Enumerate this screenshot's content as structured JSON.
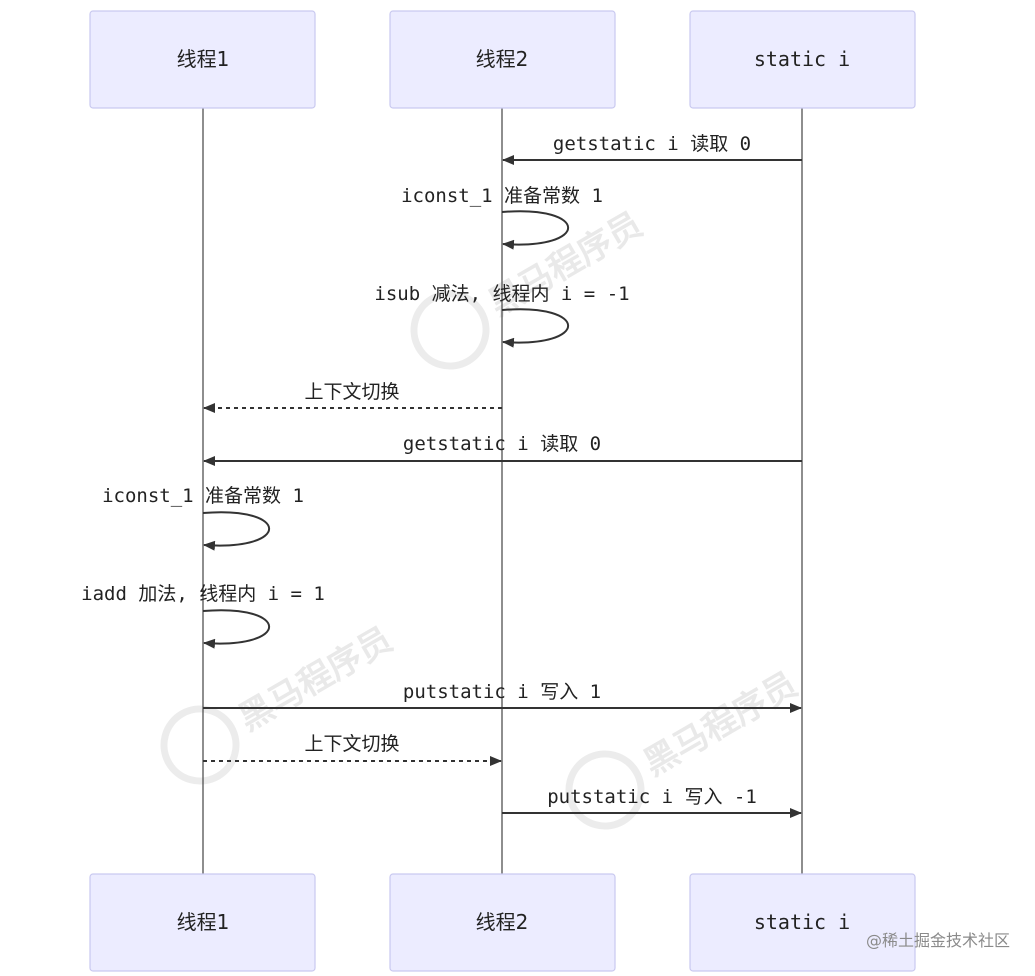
{
  "participants": [
    {
      "id": "t1",
      "label": "线程1"
    },
    {
      "id": "t2",
      "label": "线程2"
    },
    {
      "id": "si",
      "label": "static i"
    }
  ],
  "messages": [
    {
      "from": "si",
      "to": "t2",
      "label": "getstatic i 读取 0",
      "style": "solid"
    },
    {
      "from": "t2",
      "to": "t2",
      "label": "iconst_1 准备常数 1",
      "style": "solid"
    },
    {
      "from": "t2",
      "to": "t2",
      "label": "isub 减法, 线程内 i = -1",
      "style": "solid"
    },
    {
      "from": "t2",
      "to": "t1",
      "label": "上下文切换",
      "style": "dashed"
    },
    {
      "from": "si",
      "to": "t1",
      "label": "getstatic i 读取 0",
      "style": "solid"
    },
    {
      "from": "t1",
      "to": "t1",
      "label": "iconst_1 准备常数 1",
      "style": "solid"
    },
    {
      "from": "t1",
      "to": "t1",
      "label": "iadd 加法, 线程内 i = 1",
      "style": "solid"
    },
    {
      "from": "t1",
      "to": "si",
      "label": "putstatic i 写入 1",
      "style": "solid"
    },
    {
      "from": "t1",
      "to": "t2",
      "label": "上下文切换",
      "style": "dashed"
    },
    {
      "from": "t2",
      "to": "si",
      "label": "putstatic i 写入 -1",
      "style": "solid"
    }
  ],
  "watermark": {
    "text": "黑马程序员"
  },
  "site_mark": "@稀土掘金技术社区",
  "colors": {
    "actor_fill": "#ececff",
    "actor_stroke": "#c9c9f0",
    "line": "#333333"
  }
}
